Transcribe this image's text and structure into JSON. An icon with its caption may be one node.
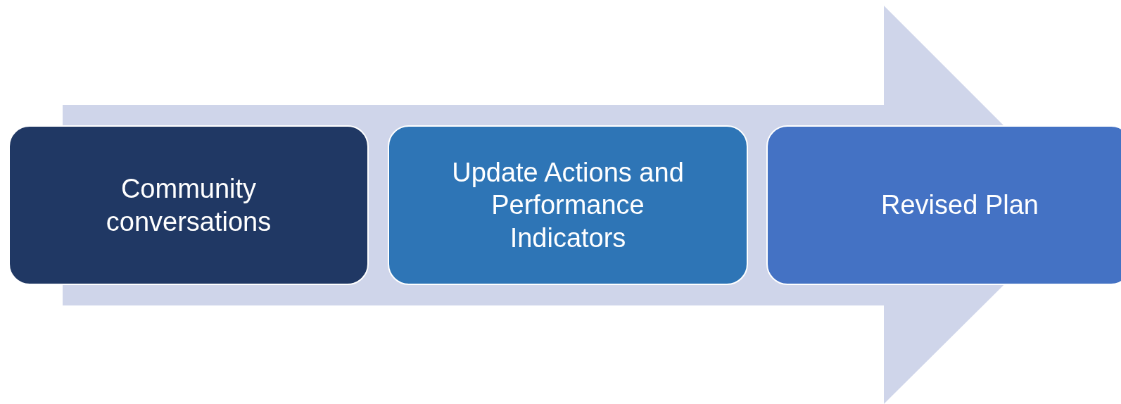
{
  "diagram": {
    "nodes": [
      {
        "text": [
          "Community conversations"
        ]
      },
      {
        "text": [
          "Update Actions and Performance Indicators"
        ]
      },
      {
        "text": [
          "Revised Plan"
        ]
      }
    ],
    "edges": [
      {
        "from": 0,
        "to": 2,
        "arrow": "to"
      }
    ]
  }
}
